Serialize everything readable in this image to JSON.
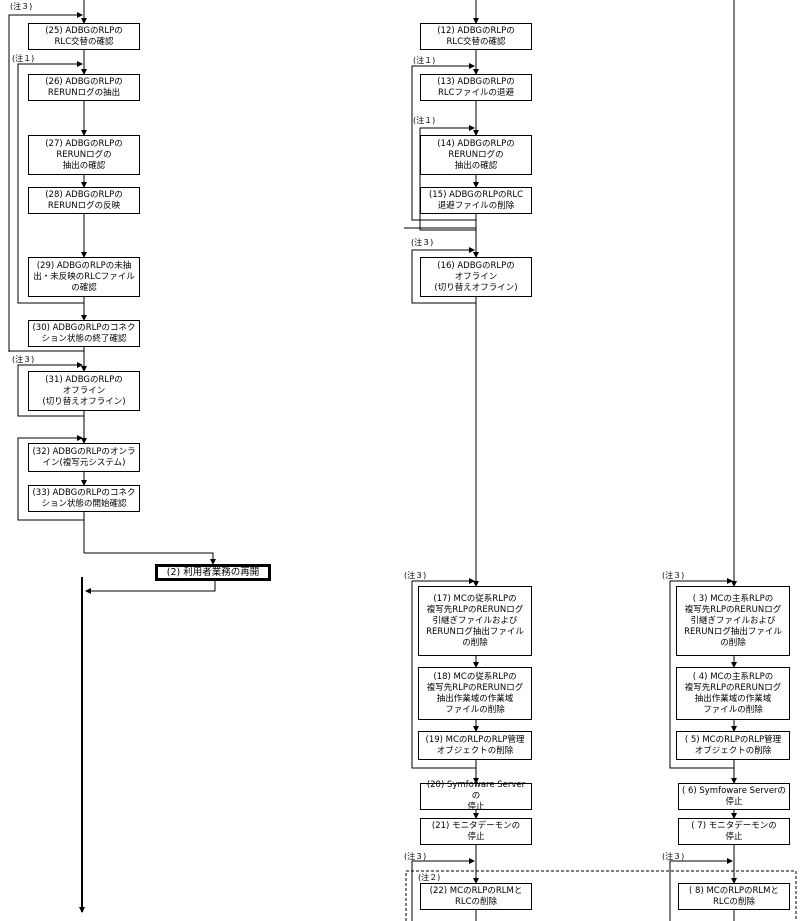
{
  "steps": [
    {
      "id": "s25",
      "label": "(25) ADBGのRLPの\nRLC交替の確認"
    },
    {
      "id": "s26",
      "label": "(26) ADBGのRLPの\nRERUNログの抽出"
    },
    {
      "id": "s27",
      "label": "(27) ADBGのRLPの\nRERUNログの\n抽出の確認"
    },
    {
      "id": "s28",
      "label": "(28) ADBGのRLPの\nRERUNログの反映"
    },
    {
      "id": "s29",
      "label": "(29) ADBGのRLPの未抽\n出・未反映のRLCファイル\nの確認"
    },
    {
      "id": "s30",
      "label": "(30) ADBGのRLPのコネク\nション状態の終了確認"
    },
    {
      "id": "s31",
      "label": "(31) ADBGのRLPの\nオフライン\n(切り替えオフライン)"
    },
    {
      "id": "s32",
      "label": "(32) ADBGのRLPのオンラ\nイン(複写元システム)"
    },
    {
      "id": "s33",
      "label": "(33) ADBGのRLPのコネク\nション状態の開始確認"
    },
    {
      "id": "s2",
      "label": "(2) 利用者業務の再開"
    },
    {
      "id": "s12",
      "label": "(12) ADBGのRLPの\nRLC交替の確認"
    },
    {
      "id": "s13",
      "label": "(13) ADBGのRLPの\nRLCファイルの退避"
    },
    {
      "id": "s14",
      "label": "(14) ADBGのRLPの\nRERUNログの\n抽出の確認"
    },
    {
      "id": "s15",
      "label": "(15) ADBGのRLPのRLC\n退避ファイルの削除"
    },
    {
      "id": "s16",
      "label": "(16) ADBGのRLPの\nオフライン\n(切り替えオフライン)"
    },
    {
      "id": "s17",
      "label": "(17) MCの従系RLPの\n複写先RLPのRERUNログ\n引継ぎファイルおよび\nRERUNログ抽出ファイル\nの削除"
    },
    {
      "id": "s18",
      "label": "(18) MCの従系RLPの\n複写先RLPのRERUNログ\n抽出作業域の作業域\nファイルの削除"
    },
    {
      "id": "s19",
      "label": "(19) MCのRLPのRLP管理\nオブジェクトの削除"
    },
    {
      "id": "s20",
      "label": "(20) Symfoware Serverの\n停止"
    },
    {
      "id": "s21",
      "label": "(21) モニタデーモンの\n停止"
    },
    {
      "id": "s22",
      "label": "(22) MCのRLPのRLMと\nRLCの削除"
    },
    {
      "id": "s3",
      "label": "( 3) MCの主系RLPの\n複写先RLPのRERUNログ\n引継ぎファイルおよび\nRERUNログ抽出ファイル\nの削除"
    },
    {
      "id": "s4",
      "label": "( 4) MCの主系RLPの\n複写先RLPのRERUNログ\n抽出作業域の作業域\nファイルの削除"
    },
    {
      "id": "s5",
      "label": "( 5) MCのRLPのRLP管理\nオブジェクトの削除"
    },
    {
      "id": "s6",
      "label": "( 6) Symfoware Serverの\n停止"
    },
    {
      "id": "s7",
      "label": "( 7) モニタデーモンの\n停止"
    },
    {
      "id": "s8",
      "label": "( 8) MCのRLPのRLMと\nRLCの削除"
    }
  ],
  "notes": {
    "n3a": "(注３)",
    "n1a": "(注１)",
    "n3b": "(注３)",
    "n1b": "(注１)",
    "n1c": "(注１)",
    "n3c": "(注３)",
    "n3d": "(注３)",
    "n3e": "(注３)",
    "n3f": "(注３)",
    "n3g": "(注３)",
    "n2": "(注２)"
  }
}
